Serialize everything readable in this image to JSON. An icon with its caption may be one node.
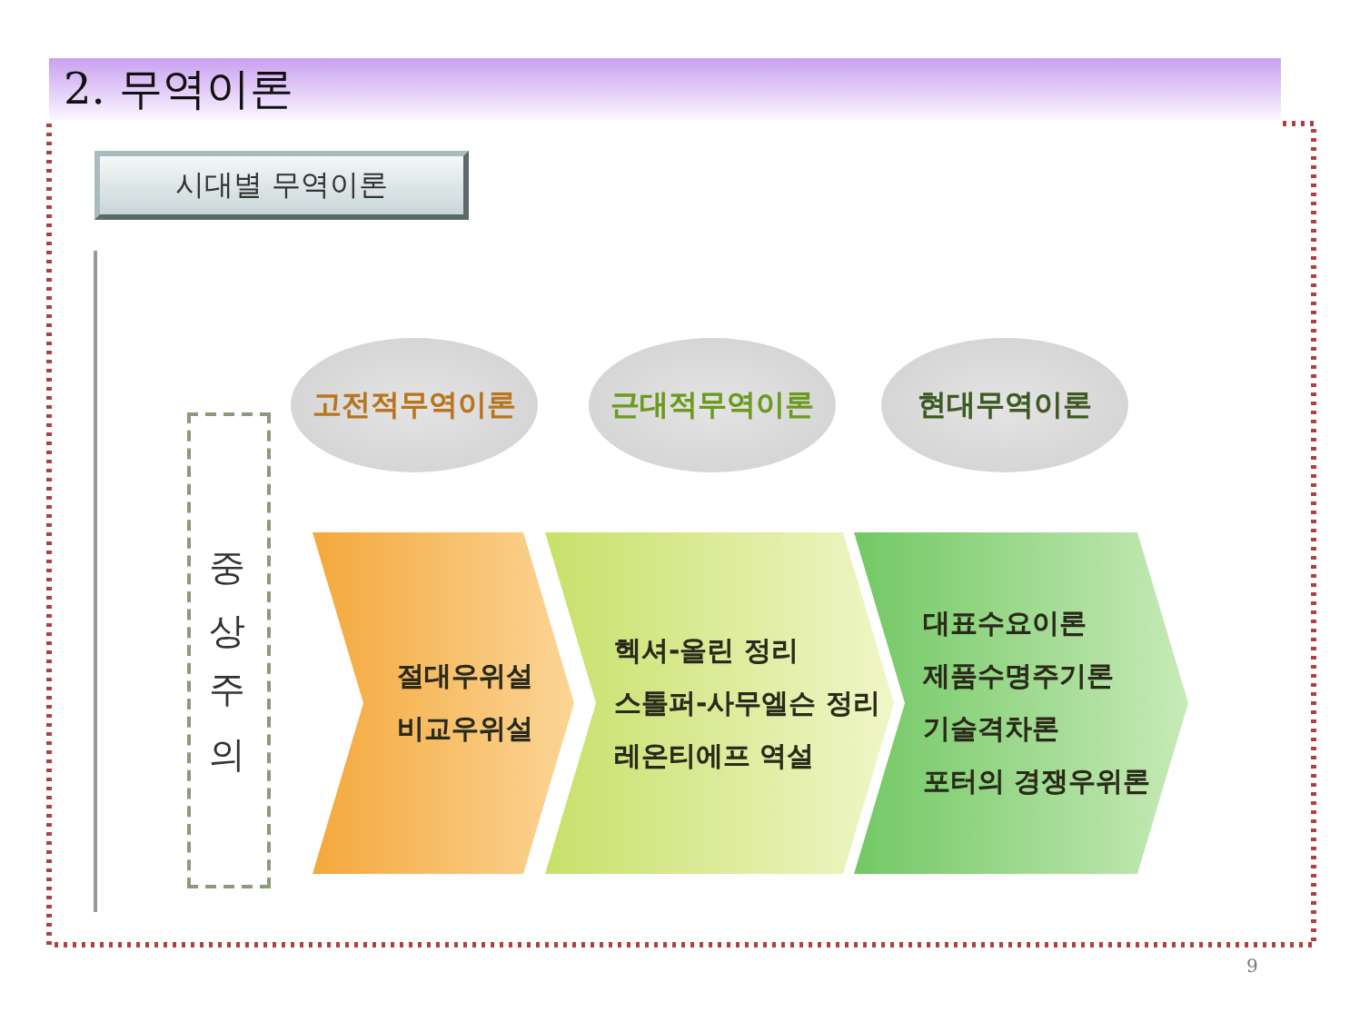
{
  "diagram": {
    "title": "2. 무역이론",
    "nodes": [
      {
        "text": [
          "시대별 무역이론"
        ]
      },
      {
        "text": [
          "중상주의"
        ]
      },
      {
        "text": [
          "고전적무역이론"
        ]
      },
      {
        "text": [
          "근대적무역이론"
        ]
      },
      {
        "text": [
          "현대무역이론"
        ]
      },
      {
        "text": [
          "절대우위설",
          "비교우위설"
        ]
      },
      {
        "text": [
          "헥셔-올린 정리",
          "스톨퍼-사무엘슨 정리",
          "레온티에프 역설"
        ]
      },
      {
        "text": [
          "대표수요이론",
          "제품수명주기론",
          "기술격차론",
          "포터의 경쟁우위론"
        ]
      }
    ],
    "labels": [
      "9"
    ]
  }
}
